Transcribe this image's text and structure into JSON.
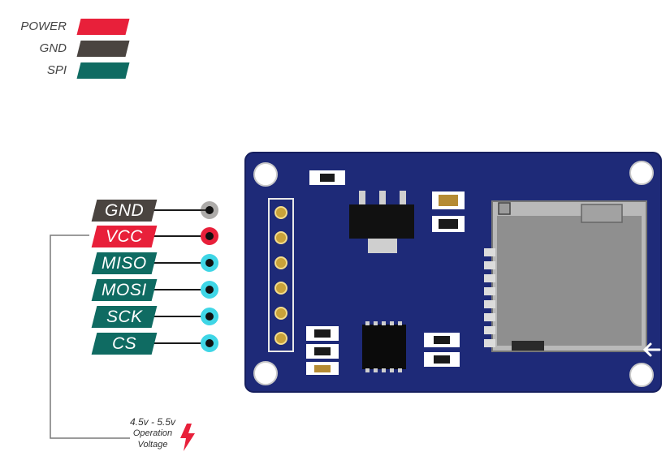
{
  "legend": [
    {
      "label": "POWER",
      "color": "#e8203a"
    },
    {
      "label": "GND",
      "color": "#4a4440"
    },
    {
      "label": "SPI",
      "color": "#0f6b62"
    }
  ],
  "pins": [
    {
      "label": "GND",
      "type": "gnd",
      "color": "#4a4440",
      "dot": "#4a4440"
    },
    {
      "label": "VCC",
      "type": "power",
      "color": "#e8203a",
      "dot": "#e8203a"
    },
    {
      "label": "MISO",
      "type": "spi",
      "color": "#0f6b62",
      "dot": "#3fd6e6"
    },
    {
      "label": "MOSI",
      "type": "spi",
      "color": "#0f6b62",
      "dot": "#3fd6e6"
    },
    {
      "label": "SCK",
      "type": "spi",
      "color": "#0f6b62",
      "dot": "#3fd6e6"
    },
    {
      "label": "CS",
      "type": "spi",
      "color": "#0f6b62",
      "dot": "#3fd6e6"
    }
  ],
  "note": {
    "voltage": "4.5v - 5.5v",
    "line1": "Operation",
    "line2": "Voltage",
    "icon": "lightning-icon",
    "icon_color": "#e8203a"
  },
  "board": {
    "pcb_color": "#1e2a78",
    "pcb_edge": "#161f5e",
    "card_slot_color": "#8f8f8f",
    "arrow_icon": "arrow-left-icon"
  }
}
